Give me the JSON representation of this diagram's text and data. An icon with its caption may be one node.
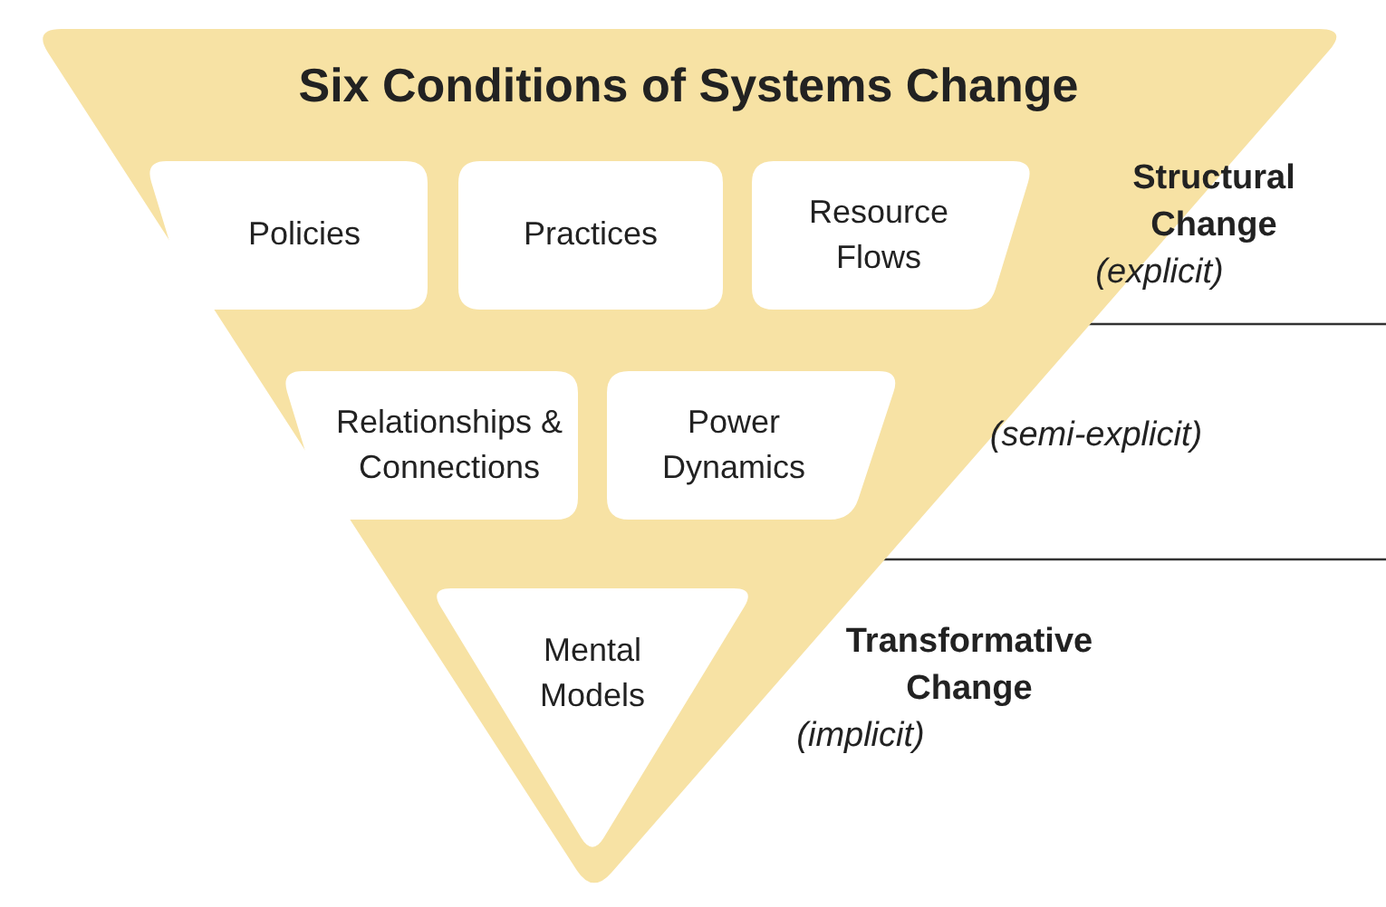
{
  "diagram": {
    "nodes": [
      {
        "text": [
          "Six Conditions of Systems Change"
        ]
      },
      {
        "text": [
          "Policies"
        ],
        "in": 0
      },
      {
        "text": [
          "Practices"
        ],
        "in": 0
      },
      {
        "text": [
          "Resource Flows"
        ],
        "in": 0
      },
      {
        "text": [
          "Relationships & Connections"
        ],
        "in": 0
      },
      {
        "text": [
          "Power Dynamics"
        ],
        "in": 0
      },
      {
        "text": [
          "Mental Models"
        ],
        "in": 0
      }
    ],
    "labels": [
      "Structural Change",
      "(explicit)",
      "(semi-explicit)",
      "Transformative Change",
      "(implicit)"
    ]
  }
}
